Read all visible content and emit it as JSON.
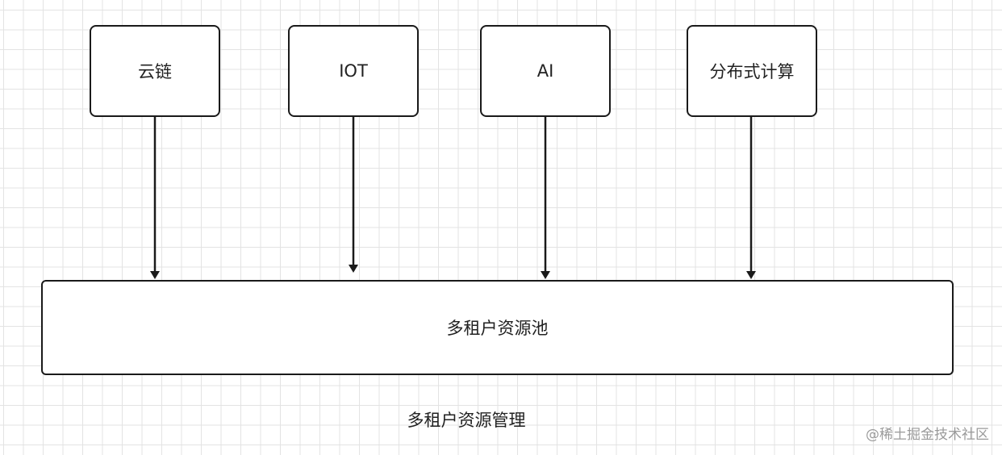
{
  "diagram": {
    "top_nodes": [
      {
        "label": "云链"
      },
      {
        "label": "IOT"
      },
      {
        "label": "AI"
      },
      {
        "label": "分布式计算"
      }
    ],
    "pool": {
      "label": "多租户资源池"
    },
    "caption": "多租户资源管理",
    "edges": [
      {
        "from": "云链",
        "to": "多租户资源池"
      },
      {
        "from": "IOT",
        "to": "多租户资源池"
      },
      {
        "from": "AI",
        "to": "多租户资源池"
      },
      {
        "from": "分布式计算",
        "to": "多租户资源池"
      }
    ],
    "colors": {
      "stroke": "#1a1a1a",
      "grid": "#e3e3e3",
      "background": "#ffffff"
    }
  },
  "watermark": "@稀土掘金技术社区"
}
